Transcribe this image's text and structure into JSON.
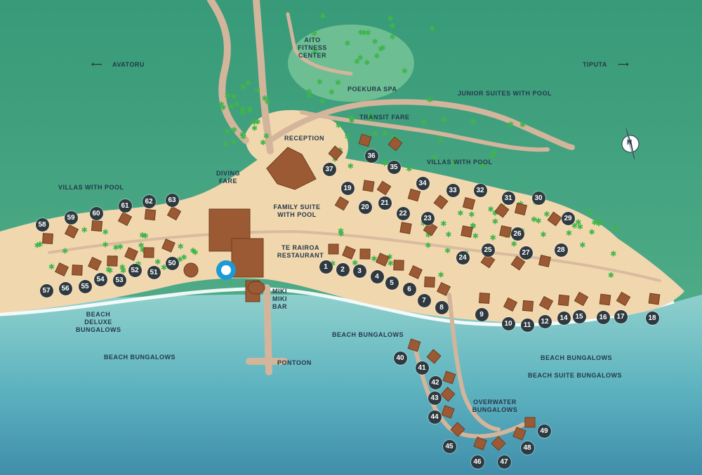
{
  "labels": {
    "avatoru": "AVATORU",
    "tiputa": "TIPUTA",
    "aito": "AITO FITNESS CENTER",
    "poekura": "POEKURA SPA",
    "junior": "JUNIOR SUITES WITH POOL",
    "transit": "TRANSIT FARE",
    "reception": "RECEPTION",
    "villas_pool_center": "VILLAS WITH POOL",
    "villas_pool_left": "VILLAS WITH POOL",
    "diving": "DIVING FARE",
    "family": "FAMILY SUITE WITH POOL",
    "restaurant": "TE RAIROA RESTAURANT",
    "miki": "MIKI MIKI BAR",
    "beach_deluxe": "BEACH DELUXE BUNGALOWS",
    "beach_bungalows_left": "BEACH BUNGALOWS",
    "beach_bungalows_center": "BEACH BUNGALOWS",
    "beach_bungalows_right": "BEACH BUNGALOWS",
    "pontoon": "PONTOON",
    "beach_suite": "BEACH SUITE BUNGALOWS",
    "overwater": "OVERWATER BUNGALOWS"
  },
  "compass_letter": "N",
  "unit_numbers": [
    "1",
    "2",
    "3",
    "4",
    "5",
    "6",
    "7",
    "8",
    "9",
    "10",
    "11",
    "12",
    "14",
    "15",
    "16",
    "17",
    "18",
    "19",
    "20",
    "21",
    "22",
    "23",
    "24",
    "25",
    "26",
    "27",
    "28",
    "29",
    "30",
    "31",
    "32",
    "33",
    "34",
    "35",
    "36",
    "37",
    "40",
    "41",
    "42",
    "43",
    "44",
    "45",
    "46",
    "47",
    "48",
    "49",
    "50",
    "51",
    "52",
    "53",
    "54",
    "55",
    "56",
    "57",
    "58",
    "59",
    "60",
    "61",
    "62",
    "63"
  ],
  "colors": {
    "lagoon_top": "#3a9a7a",
    "sea": "#5fb4c0",
    "sand": "#f1d7ae",
    "path": "#d3b59c",
    "roof": "#9b5a33",
    "palm": "#3fb54a",
    "marker": "#2f3a40"
  }
}
